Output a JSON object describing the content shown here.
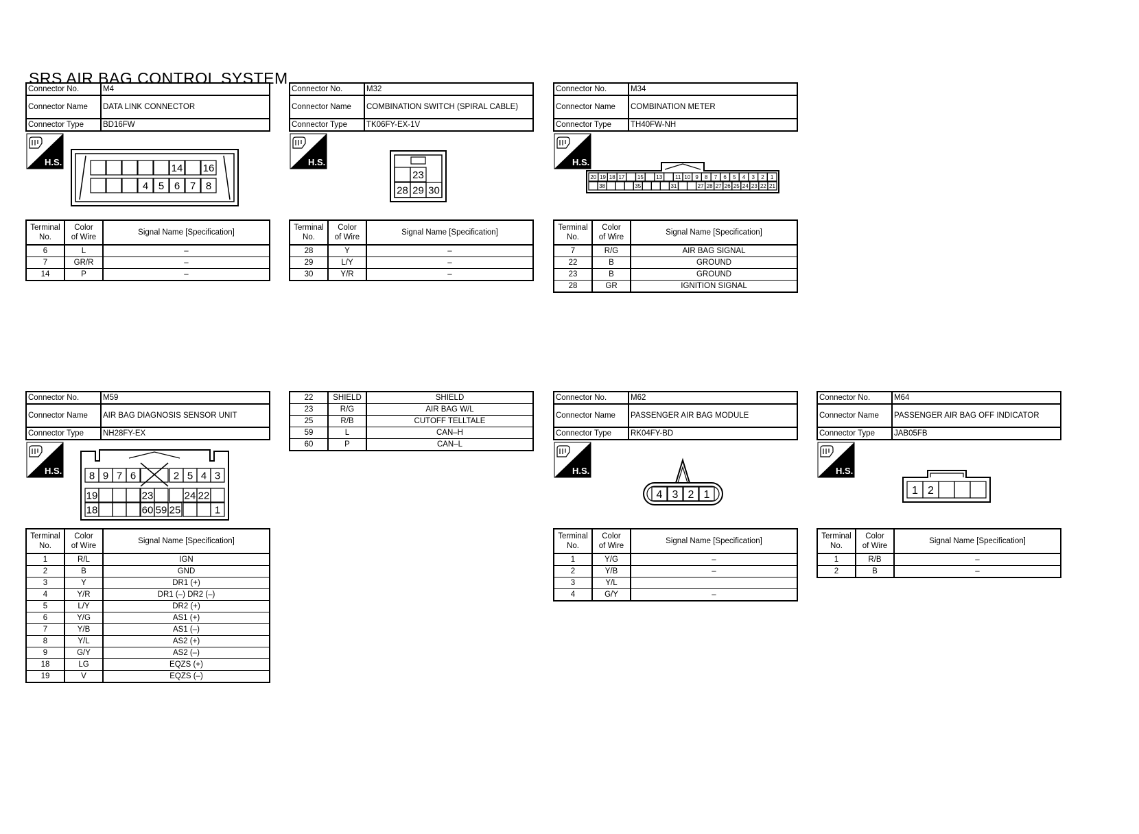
{
  "page": {
    "title": "SRS AIR BAG CONTROL SYSTEM"
  },
  "labels": {
    "connector_no": "Connector No.",
    "connector_name": "Connector Name",
    "connector_type": "Connector Type",
    "terminal_no_line1": "Terminal",
    "terminal_no_line2": "No.",
    "color_line1": "Color",
    "color_line2": "of Wire",
    "signal_name": "Signal Name [Specification]",
    "hs_badge": "H.S."
  },
  "connectors": [
    {
      "no": "M4",
      "name": "DATA LINK CONNECTOR",
      "type": "BD16FW",
      "pins": {
        "top": [
          "",
          "",
          "",
          "",
          "",
          "14",
          "",
          "16"
        ],
        "bottom": [
          "",
          "",
          "",
          "4",
          "5",
          "6",
          "7",
          "8"
        ]
      },
      "terminals": [
        {
          "no": "6",
          "color": "L",
          "signal": "–"
        },
        {
          "no": "7",
          "color": "GR/R",
          "signal": "–"
        },
        {
          "no": "14",
          "color": "P",
          "signal": "–"
        }
      ]
    },
    {
      "no": "M32",
      "name": "COMBINATION SWITCH (SPIRAL CABLE)",
      "type": "TK06FY-EX-1V",
      "pins": {
        "top": [
          "",
          "23"
        ],
        "bottom": [
          "28",
          "29",
          "30"
        ]
      },
      "terminals": [
        {
          "no": "28",
          "color": "Y",
          "signal": "–"
        },
        {
          "no": "29",
          "color": "L/Y",
          "signal": "–"
        },
        {
          "no": "30",
          "color": "Y/R",
          "signal": "–"
        }
      ]
    },
    {
      "no": "M34",
      "name": "COMBINATION METER",
      "type": "TH40FW-NH",
      "pins": {
        "top": [
          "20",
          "19",
          "18",
          "17",
          "",
          "15",
          "",
          "13",
          "",
          "11",
          "10",
          "9",
          "8",
          "7",
          "6",
          "5",
          "4",
          "3",
          "2",
          "1"
        ],
        "bottom": [
          "",
          "38",
          "",
          "",
          "",
          "35",
          "",
          "",
          "",
          "31",
          "",
          "",
          "27",
          "28",
          "27",
          "26",
          "25",
          "24",
          "23",
          "22",
          "21"
        ]
      },
      "terminals": [
        {
          "no": "7",
          "color": "R/G",
          "signal": "AIR BAG SIGNAL"
        },
        {
          "no": "22",
          "color": "B",
          "signal": "GROUND"
        },
        {
          "no": "23",
          "color": "B",
          "signal": "GROUND"
        },
        {
          "no": "28",
          "color": "GR",
          "signal": "IGNITION SIGNAL"
        }
      ]
    },
    {
      "no": "M59",
      "name": "AIR BAG DIAGNOSIS SENSOR UNIT",
      "type": "NH28FY-EX",
      "pins": {
        "r1_left": [
          "8",
          "9",
          "7",
          "6"
        ],
        "r1_right": [
          "2",
          "5",
          "4",
          "3"
        ],
        "r2_left": [
          "19",
          "",
          "",
          ""
        ],
        "r2_mid": [
          "23",
          ""
        ],
        "r2_right": [
          "",
          "24",
          "22",
          ""
        ],
        "r3_left": [
          "18",
          "",
          "",
          ""
        ],
        "r3_mid": [
          "60",
          "59",
          "25"
        ],
        "r3_right": [
          "",
          "",
          "1"
        ]
      },
      "terminals": [
        {
          "no": "1",
          "color": "R/L",
          "signal": "IGN"
        },
        {
          "no": "2",
          "color": "B",
          "signal": "GND"
        },
        {
          "no": "3",
          "color": "Y",
          "signal": "DR1 (+)"
        },
        {
          "no": "4",
          "color": "Y/R",
          "signal": "DR1 (–) DR2 (–)"
        },
        {
          "no": "5",
          "color": "L/Y",
          "signal": "DR2 (+)"
        },
        {
          "no": "6",
          "color": "Y/G",
          "signal": "AS1 (+)"
        },
        {
          "no": "7",
          "color": "Y/B",
          "signal": "AS1 (–)"
        },
        {
          "no": "8",
          "color": "Y/L",
          "signal": "AS2 (+)"
        },
        {
          "no": "9",
          "color": "G/Y",
          "signal": "AS2 (–)"
        },
        {
          "no": "18",
          "color": "LG",
          "signal": "EQZS (+)"
        },
        {
          "no": "19",
          "color": "V",
          "signal": "EQZS (–)"
        }
      ],
      "terminals_cont": [
        {
          "no": "22",
          "color": "SHIELD",
          "signal": "SHIELD"
        },
        {
          "no": "23",
          "color": "R/G",
          "signal": "AIR BAG W/L"
        },
        {
          "no": "25",
          "color": "R/B",
          "signal": "CUTOFF TELLTALE"
        },
        {
          "no": "59",
          "color": "L",
          "signal": "CAN–H"
        },
        {
          "no": "60",
          "color": "P",
          "signal": "CAN–L"
        }
      ]
    },
    {
      "no": "M62",
      "name": "PASSENGER AIR BAG MODULE",
      "type": "RK04FY-BD",
      "pins": {
        "row": [
          "4",
          "3",
          "2",
          "1"
        ]
      },
      "terminals": [
        {
          "no": "1",
          "color": "Y/G",
          "signal": "–"
        },
        {
          "no": "2",
          "color": "Y/B",
          "signal": "–"
        },
        {
          "no": "3",
          "color": "Y/L",
          "signal": ""
        },
        {
          "no": "4",
          "color": "G/Y",
          "signal": "–"
        }
      ]
    },
    {
      "no": "M64",
      "name": "PASSENGER AIR BAG OFF INDICATOR",
      "type": "JAB05FB",
      "pins": {
        "row": [
          "1",
          "2",
          "",
          "",
          ""
        ]
      },
      "terminals": [
        {
          "no": "1",
          "color": "R/B",
          "signal": "–"
        },
        {
          "no": "2",
          "color": "B",
          "signal": "–"
        }
      ]
    }
  ]
}
